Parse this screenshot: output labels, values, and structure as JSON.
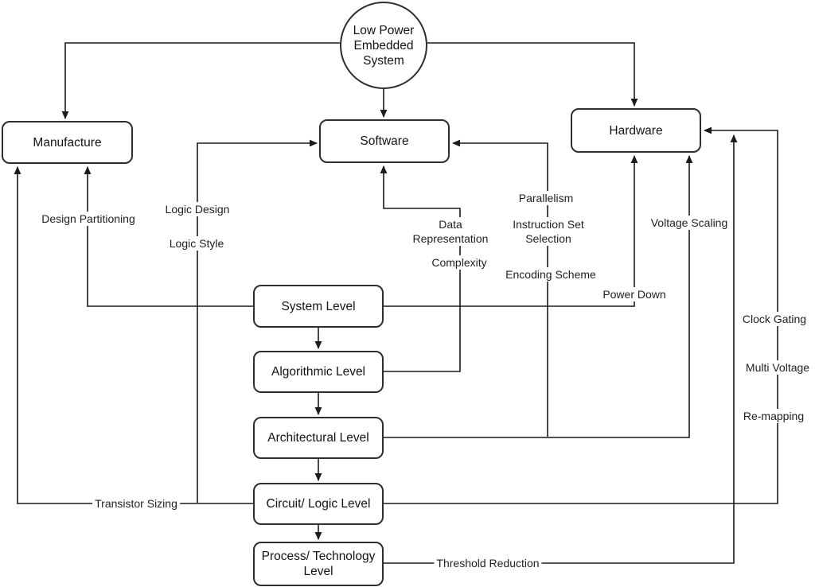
{
  "diagram_title": "Low Power Embedded System",
  "nodes": {
    "root": {
      "label": "Low Power Embedded System",
      "shape": "circle"
    },
    "manufacture": {
      "label": "Manufacture"
    },
    "software": {
      "label": "Software"
    },
    "hardware": {
      "label": "Hardware"
    },
    "levels": [
      {
        "label": "System Level"
      },
      {
        "label": "Algorithmic Level"
      },
      {
        "label": "Architectural Level"
      },
      {
        "label": "Circuit/ Logic Level"
      },
      {
        "label": "Process/ Technology Level"
      }
    ]
  },
  "edge_labels": {
    "design_partitioning": "Design Partitioning",
    "logic_design": "Logic Design",
    "logic_style": "Logic Style",
    "data_representation": "Data Representation",
    "complexity": "Complexity",
    "parallelism": "Parallelism",
    "instruction_set_selection": "Instruction Set Selection",
    "encoding_scheme": "Encoding Scheme",
    "power_down": "Power Down",
    "voltage_scaling": "Voltage Scaling",
    "clock_gating": "Clock Gating",
    "multi_voltage": "Multi Voltage",
    "re_mapping": "Re-mapping",
    "transistor_sizing": "Transistor Sizing",
    "threshold_reduction": "Threshold Reduction"
  },
  "edges": [
    {
      "from": "Low Power Embedded System",
      "to": "Manufacture"
    },
    {
      "from": "Low Power Embedded System",
      "to": "Software"
    },
    {
      "from": "Low Power Embedded System",
      "to": "Hardware"
    },
    {
      "from": "System Level",
      "to": "Algorithmic Level"
    },
    {
      "from": "Algorithmic Level",
      "to": "Architectural Level"
    },
    {
      "from": "Architectural Level",
      "to": "Circuit/ Logic Level"
    },
    {
      "from": "Circuit/ Logic Level",
      "to": "Process/ Technology Level"
    },
    {
      "from": "System Level",
      "to": "Manufacture",
      "label": "Design Partitioning"
    },
    {
      "from": "Circuit/ Logic Level",
      "to": "Manufacture",
      "label": "Transistor Sizing"
    },
    {
      "from": "Circuit/ Logic Level",
      "to": "Software",
      "label": "Logic Design, Logic Style"
    },
    {
      "from": "Algorithmic Level",
      "to": "Software",
      "label": "Data Representation, Complexity"
    },
    {
      "from": "Architectural Level",
      "to": "Software",
      "label": "Parallelism, Instruction Set Selection, Encoding Scheme"
    },
    {
      "from": "System Level",
      "to": "Hardware",
      "label": "Power Down"
    },
    {
      "from": "Architectural Level",
      "to": "Hardware",
      "label": "Voltage Scaling"
    },
    {
      "from": "Circuit/ Logic Level",
      "to": "Hardware",
      "label": "Clock Gating, Multi Voltage, Re-mapping"
    },
    {
      "from": "Process/ Technology Level",
      "to": "Hardware",
      "label": "Threshold Reduction"
    }
  ],
  "colors": {
    "background": "#ffffff",
    "line": "#1c1c1c",
    "box_border": "#2e2e2e",
    "box_fill": "#ffffff",
    "text": "#141414"
  }
}
